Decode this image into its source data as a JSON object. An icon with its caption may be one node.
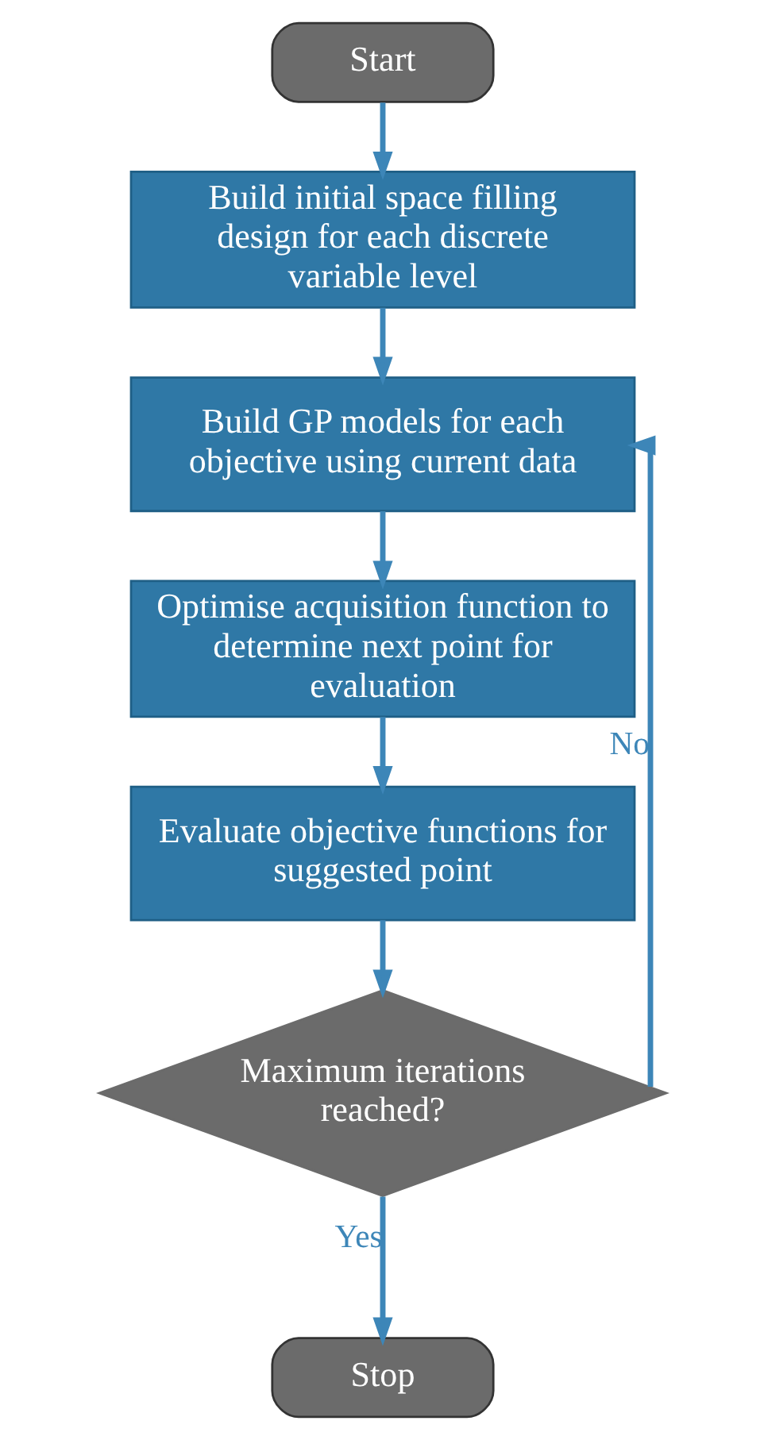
{
  "diagram": {
    "nodes": [
      {
        "text": [
          "Start"
        ]
      },
      {
        "text": [
          "Build initial space filling design for each discrete variable level"
        ]
      },
      {
        "text": [
          "Build GP models for each objective using current data"
        ]
      },
      {
        "text": [
          "Optimise acquisition function to determine next point for evaluation"
        ]
      },
      {
        "text": [
          "Evaluate objective functions for suggested point"
        ]
      },
      {
        "text": [
          "Maximum iterations reached?"
        ]
      },
      {
        "text": [
          "Stop"
        ]
      }
    ],
    "edges": [
      {
        "from": 0,
        "to": 1,
        "arrow": "to"
      },
      {
        "from": 1,
        "to": 2,
        "arrow": "to"
      },
      {
        "from": 2,
        "to": 3,
        "arrow": "to"
      },
      {
        "from": 3,
        "to": 4,
        "arrow": "to"
      },
      {
        "from": 4,
        "to": 5,
        "arrow": "to"
      },
      {
        "from": 5,
        "to": 6,
        "arrow": "to",
        "label": "Yes"
      },
      {
        "from": 5,
        "to": 2,
        "arrow": "to",
        "label": "No"
      }
    ]
  }
}
